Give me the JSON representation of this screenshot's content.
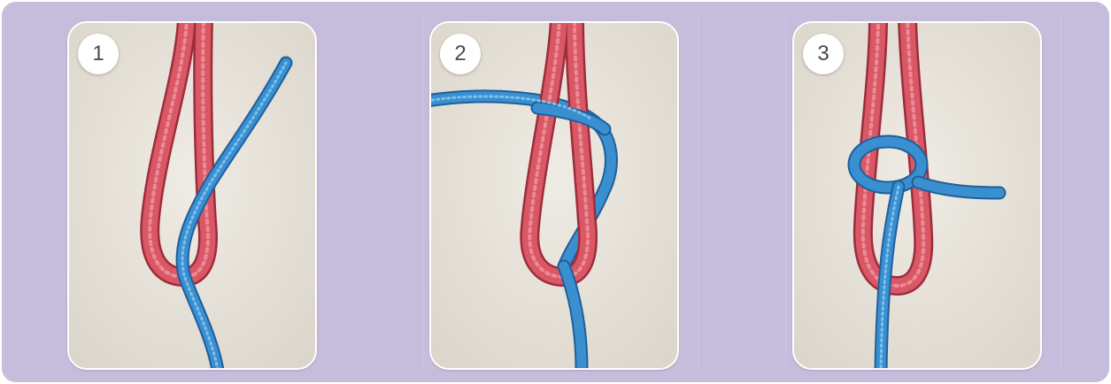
{
  "colors": {
    "background": "#c6bcdc",
    "red_rope": "#d95866",
    "blue_rope": "#3a8fd0",
    "panel_border": "#ffffff"
  },
  "steps": [
    {
      "number": "1"
    },
    {
      "number": "2"
    },
    {
      "number": "3"
    }
  ]
}
